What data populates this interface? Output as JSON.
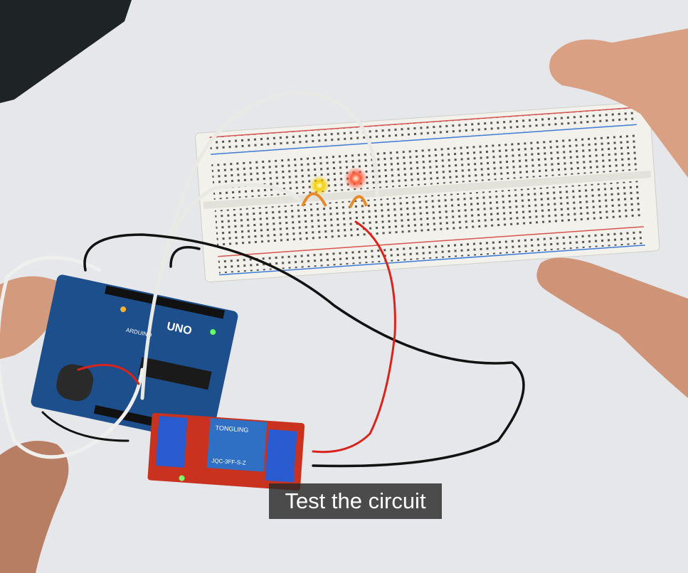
{
  "caption": {
    "text": "Test the circuit"
  },
  "arduino": {
    "model_label": "UNO",
    "brand_label": "ARDUINO"
  },
  "relay": {
    "brand_label": "TONGLING",
    "model_label": "JQC-3FF-S-Z"
  },
  "colors": {
    "background": "#e6e7ea",
    "breadboard": "#f2f1ec",
    "arduino_board": "#1d4f8c",
    "relay_board": "#c8321e",
    "relay_block": "#2f6fc4",
    "skin": "#e0a98a",
    "led_red": "#ff5a3c",
    "led_yellow": "#f5d000"
  }
}
